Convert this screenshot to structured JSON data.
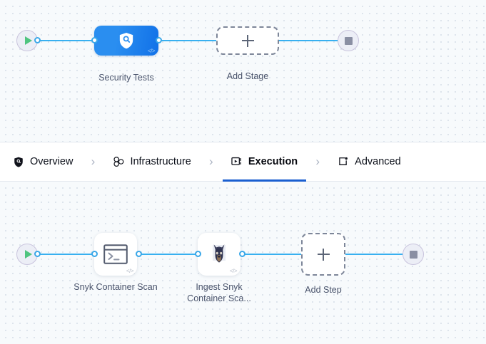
{
  "stage_graph": {
    "start_node": {
      "icon": "play-icon",
      "label": "Start"
    },
    "end_node": {
      "icon": "stop-icon",
      "label": "End"
    },
    "stage": {
      "label": "Security Tests",
      "icon": "shield-search-icon",
      "badge": "</>"
    },
    "add": {
      "label": "Add Stage",
      "icon": "plus-icon"
    }
  },
  "tabs": {
    "items": [
      {
        "label": "Overview",
        "icon": "shield-icon",
        "active": false
      },
      {
        "label": "Infrastructure",
        "icon": "nodes-cluster-icon",
        "active": false
      },
      {
        "label": "Execution",
        "icon": "play-square-icon",
        "active": true
      },
      {
        "label": "Advanced",
        "icon": "bracket-gear-icon",
        "active": false
      }
    ],
    "separator_icon": "chevron-right-icon",
    "separator_glyph": "›",
    "active_underline_color": "#1a5fd0"
  },
  "step_graph": {
    "start_node": {
      "icon": "play-icon",
      "label": "Start"
    },
    "end_node": {
      "icon": "stop-icon",
      "label": "End"
    },
    "steps": [
      {
        "label": "Snyk Container Scan",
        "icon": "terminal-icon",
        "badge": "</>"
      },
      {
        "label": "Ingest Snyk Container Sca...",
        "icon": "snyk-doberman-icon",
        "badge": "</>"
      }
    ],
    "add": {
      "label": "Add Step",
      "icon": "plus-icon"
    }
  },
  "colors": {
    "edge": "#38b0f0",
    "stage_blue": "#1171e8",
    "play_green": "#4fc47f",
    "stop_gray": "#8a8fa3",
    "canvas_bg": "#f7fafc"
  }
}
